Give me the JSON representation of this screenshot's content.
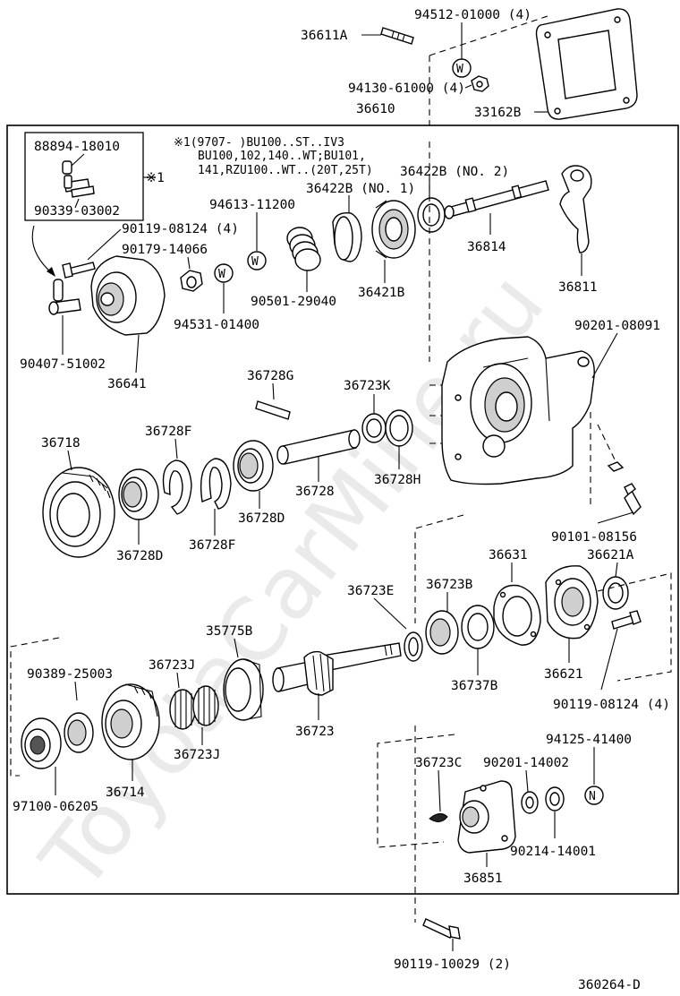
{
  "watermark": "ToyotaCarMine.ru",
  "figure_code": "360264-D",
  "note": {
    "marker": "※1",
    "lines": [
      "※1(9707-    )BU100..ST..IV3",
      "BU100,102,140..WT;BU101,",
      "141,RZU100..WT..(20T,25T)"
    ]
  },
  "labels": {
    "p36611A": "36611A",
    "p94512": "94512-01000 (4)",
    "p94130": "94130-61000 (4)",
    "p36610": "36610",
    "p33162B": "33162B",
    "p88894": "88894-18010",
    "p90339": "90339-03002",
    "p36422B2": "36422B (NO. 2)",
    "p36422B1": "36422B (NO. 1)",
    "p94613": "94613-11200",
    "p90119a": "90119-08124 (4)",
    "p90179": "90179-14066",
    "p36814": "36814",
    "p36811": "36811",
    "p90501": "90501-29040",
    "p36421B": "36421B",
    "p94531": "94531-01400",
    "p90407": "90407-51002",
    "p36641": "36641",
    "p90201a": "90201-08091",
    "p36728G": "36728G",
    "p36723K": "36723K",
    "p36718": "36718",
    "p36728F": "36728F",
    "p36728": "36728",
    "p36728H": "36728H",
    "p36728D2": "36728D",
    "p36728D1": "36728D",
    "p36728F2": "36728F",
    "p90101": "90101-08156",
    "p36631": "36631",
    "p36621A": "36621A",
    "p36723E": "36723E",
    "p36723B": "36723B",
    "p35775B": "35775B",
    "p36723J1": "36723J",
    "p90389": "90389-25003",
    "p36737B": "36737B",
    "p36621": "36621",
    "p90119b": "90119-08124 (4)",
    "p36723": "36723",
    "p36723J2": "36723J",
    "p94125": "94125-41400",
    "p36714": "36714",
    "p36723C": "36723C",
    "p90201b": "90201-14002",
    "p97100": "97100-06205",
    "p90214": "90214-14001",
    "p36851": "36851",
    "p90119c": "90119-10029 (2)"
  },
  "washer_marks": {
    "w": "W",
    "n": "N"
  }
}
